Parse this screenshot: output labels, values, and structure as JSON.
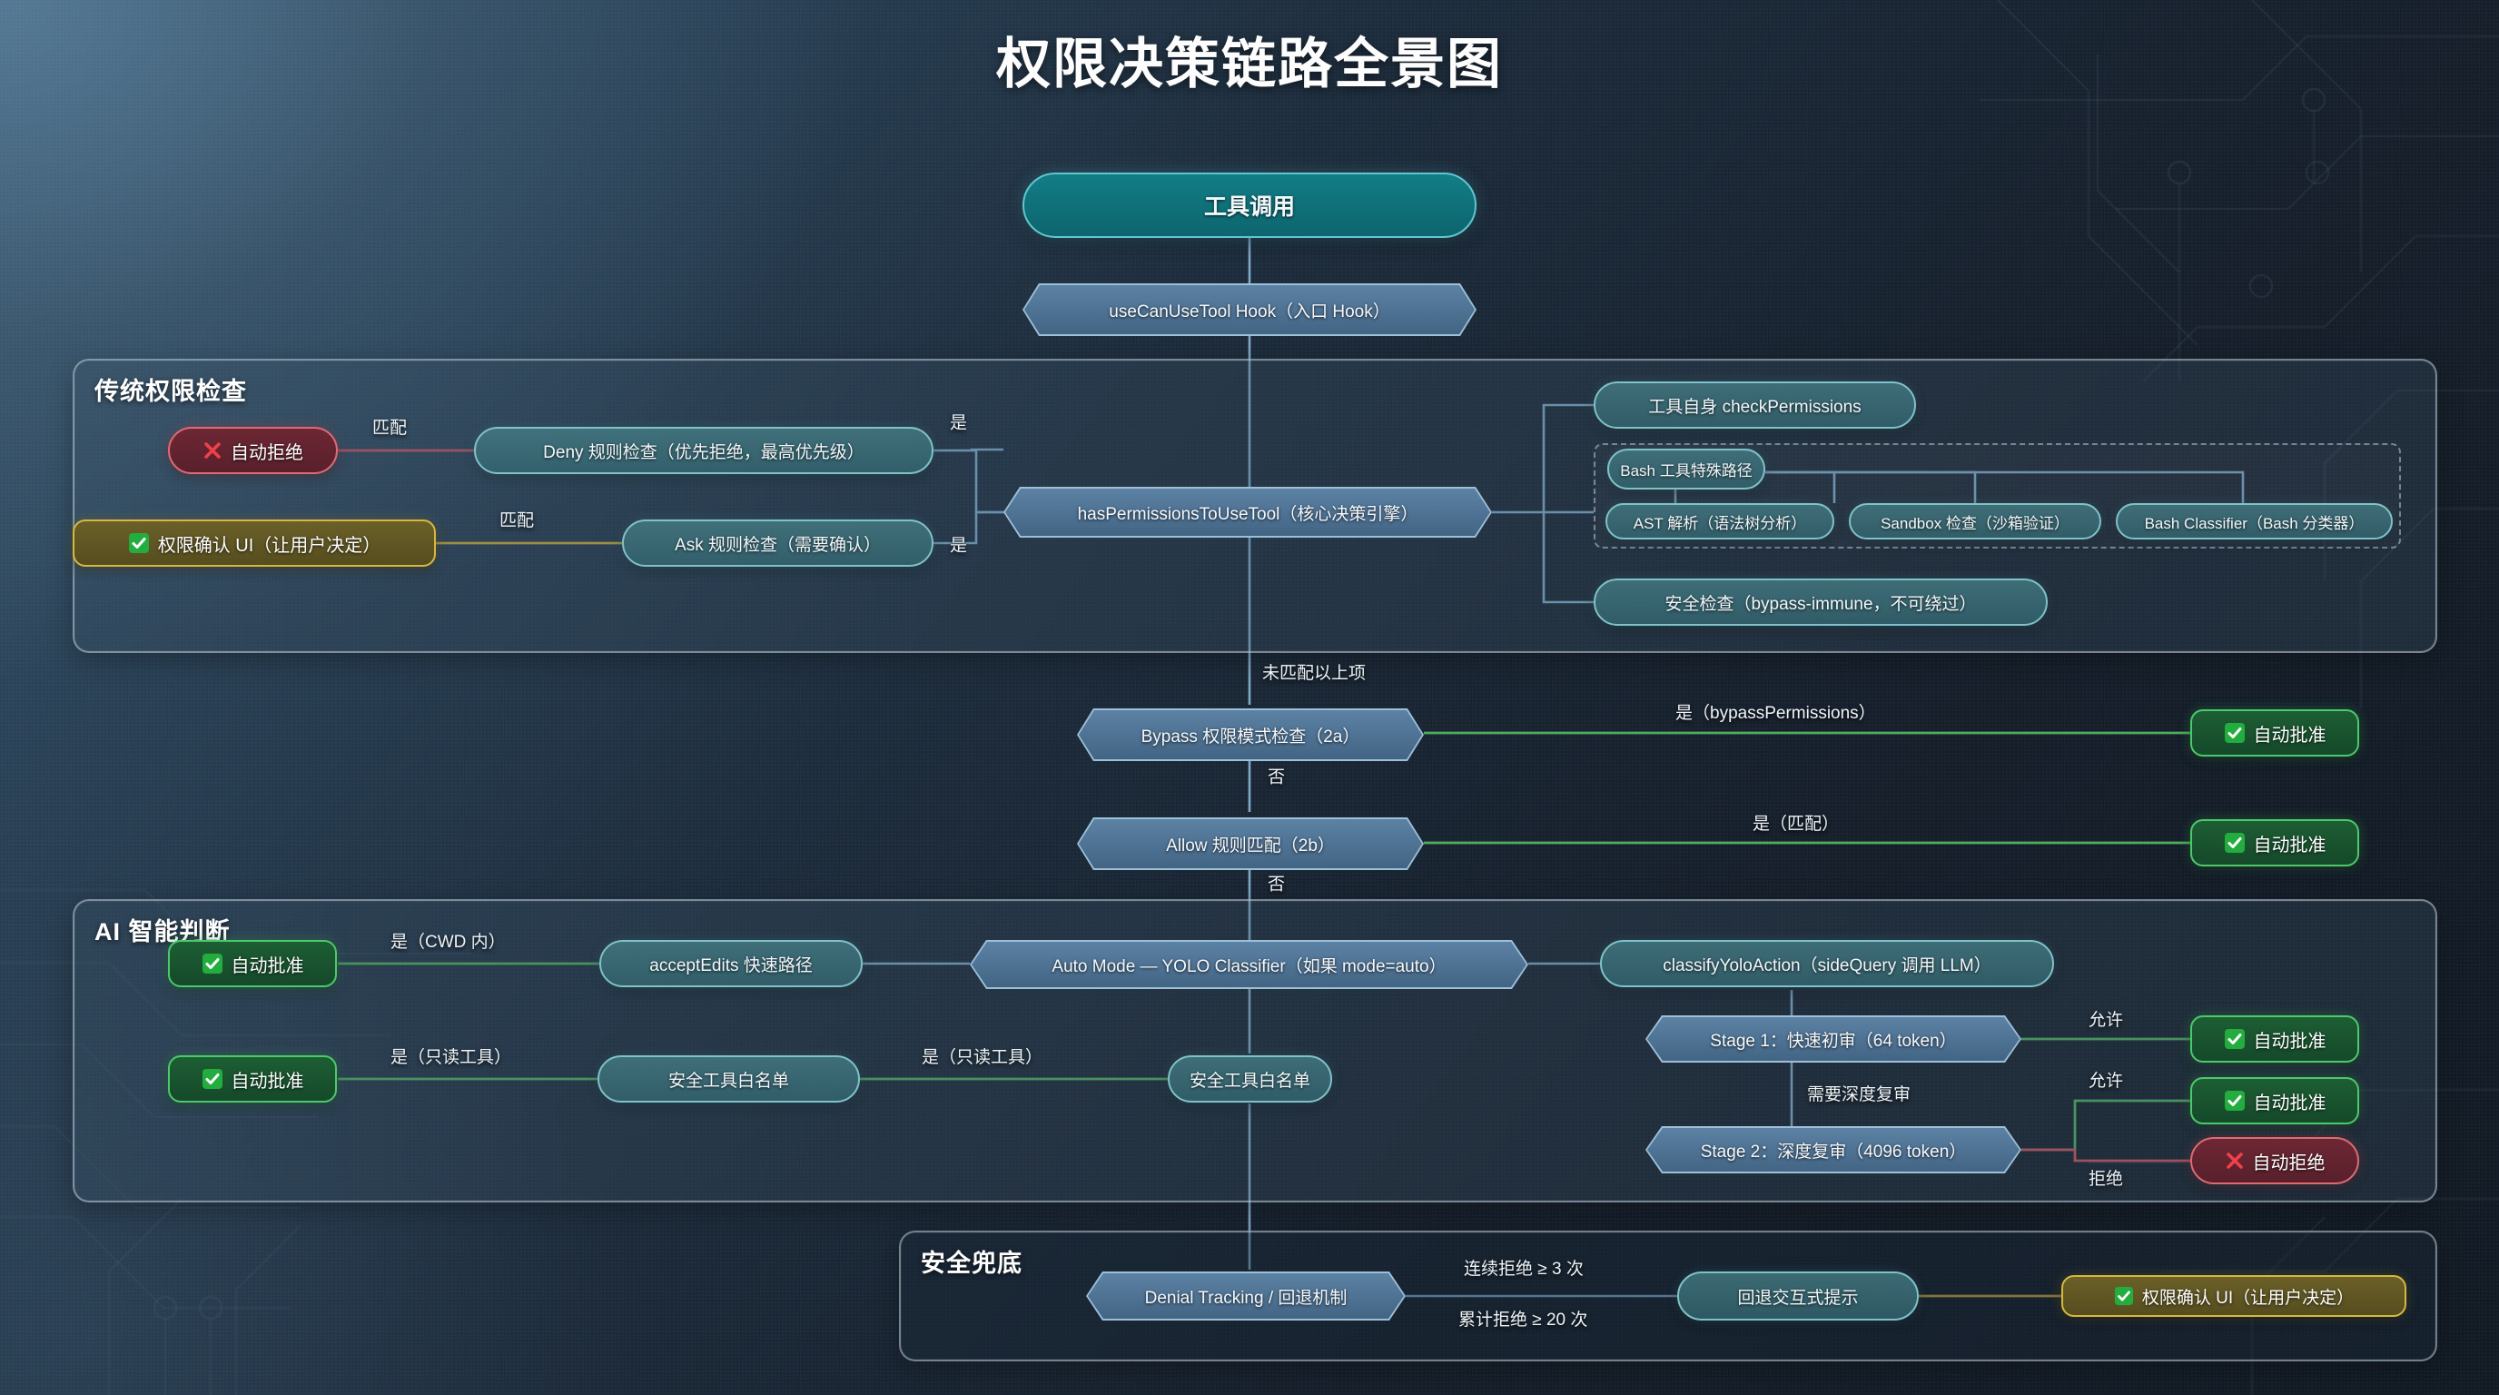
{
  "title": "权限决策链路全景图",
  "colors": {
    "teal": "#68b3bc",
    "blue": "#8fb4d0",
    "green": "#4cc96a",
    "red": "#e06a74",
    "gold": "#d6b83f",
    "edge_blue": "#7fa9c6",
    "edge_green": "#4fae5c",
    "edge_red": "#c9515e",
    "edge_gold": "#c9a93a"
  },
  "flow": {
    "start": "工具调用",
    "hook": "useCanUseTool Hook（入口 Hook）",
    "core": "hasPermissionsToUseTool（核心决策引擎）"
  },
  "sections": {
    "traditional": {
      "title": "传统权限检查",
      "deny_rule": "Deny 规则检查（优先拒绝，最高优先级）",
      "ask_rule": "Ask 规则检查（需要确认）",
      "auto_deny": "自动拒绝",
      "ask_ui": "权限确认 UI（让用户决定）",
      "label_match_1": "匹配",
      "label_match_2": "匹配",
      "label_yes_1": "是",
      "label_yes_2": "是",
      "tool_check": "工具自身 checkPermissions",
      "bash_path": "Bash 工具特殊路径",
      "ast": "AST 解析（语法树分析）",
      "sandbox": "Sandbox 检查（沙箱验证）",
      "classifier": "Bash Classifier（Bash 分类器）",
      "security": "安全检查（bypass-immune，不可绕过）"
    },
    "middle": {
      "label_no_match": "未匹配以上项",
      "bypass": "Bypass 权限模式检查（2a）",
      "allow": "Allow 规则匹配（2b）",
      "bypass_yes": "是（bypassPermissions）",
      "allow_yes": "是（匹配）",
      "approve_1": "自动批准",
      "approve_2": "自动批准",
      "label_no_1": "否",
      "label_no_2": "否"
    },
    "ai": {
      "title": "AI 智能判断",
      "auto_mode": "Auto Mode — YOLO Classifier（如果 mode=auto）",
      "accept_edits": "acceptEdits 快速路径",
      "approve_cwd": "自动批准",
      "label_cwd": "是（CWD 内）",
      "whitelist_mid": "安全工具白名单",
      "whitelist_left": "安全工具白名单",
      "approve_readonly": "自动批准",
      "label_readonly_left": "是（只读工具）",
      "label_readonly_right": "是（只读工具）",
      "classify": "classifyYoloAction（sideQuery 调用 LLM）",
      "stage1": "Stage 1：快速初审（64 token）",
      "stage2": "Stage 2：深度复审（4096 token）",
      "label_deep": "需要深度复审",
      "label_allow_1": "允许",
      "label_allow_2": "允许",
      "label_reject": "拒绝",
      "approve_stage1": "自动批准",
      "approve_stage2": "自动批准",
      "deny_stage2": "自动拒绝"
    },
    "fallback": {
      "title": "安全兜底",
      "denial": "Denial Tracking / 回退机制",
      "label_consecutive": "连续拒绝 ≥ 3 次",
      "label_cumulative": "累计拒绝 ≥ 20 次",
      "prompt": "回退交互式提示",
      "ask_ui": "权限确认 UI（让用户决定）"
    }
  },
  "icons": {
    "check": "check-mark-icon",
    "cross": "cross-mark-icon"
  }
}
